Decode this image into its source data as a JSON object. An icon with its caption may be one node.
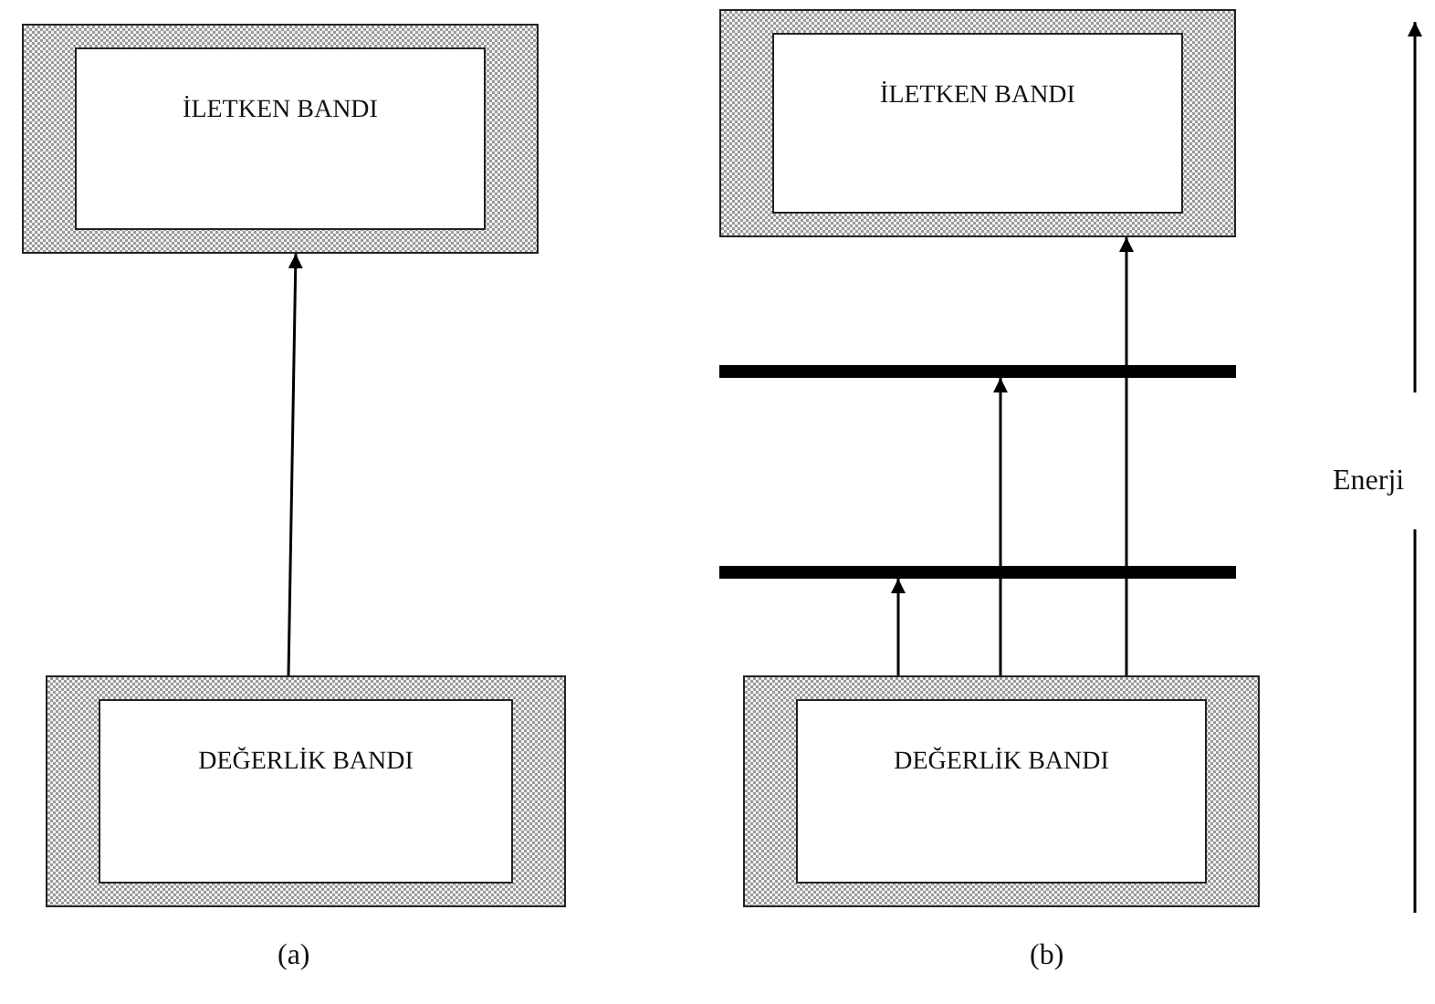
{
  "diagram": {
    "nodes": [
      {
        "text": [
          "İLETKEN BANDI"
        ]
      },
      {
        "text": [
          "DEĞERLİK BANDI"
        ]
      },
      {
        "text": [
          "İLETKEN BANDI"
        ]
      },
      {
        "text": [],
        "shape": "bar"
      },
      {
        "text": [],
        "shape": "bar"
      },
      {
        "text": [
          "DEĞERLİK BANDI"
        ]
      }
    ],
    "edges": [
      {
        "from": 1,
        "to": 0,
        "arrow": "to"
      },
      {
        "from": 5,
        "to": 4,
        "arrow": "to"
      },
      {
        "from": 5,
        "to": 3,
        "arrow": "to"
      },
      {
        "from": 5,
        "to": 2,
        "arrow": "to"
      }
    ],
    "labels": [
      "Enerji",
      "(a)",
      "(b)"
    ]
  }
}
